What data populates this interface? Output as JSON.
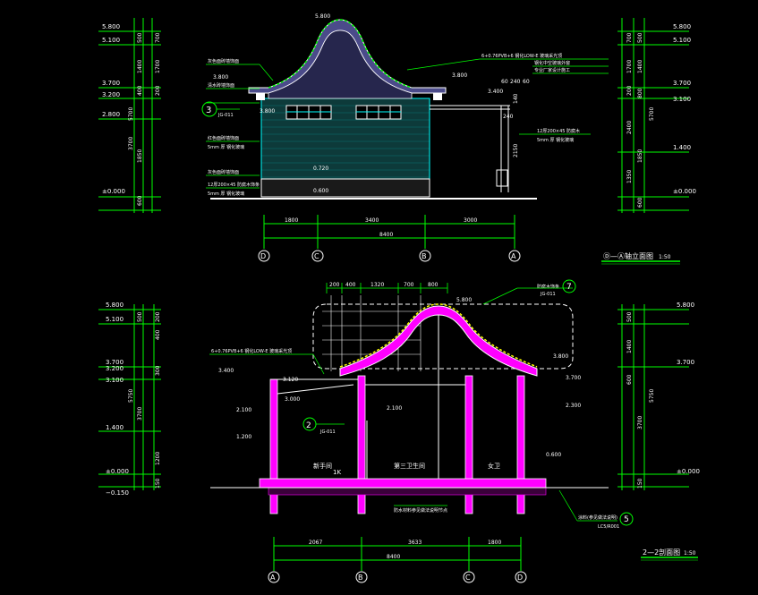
{
  "colors": {
    "background": "#000000",
    "white": "#ffffff",
    "dim_green": "#00ff00",
    "wall_cyan": "#00ffff",
    "magenta": "#ff00ff",
    "roof_tile": "#4b4b8a"
  },
  "elevation": {
    "title": "Ⓓ—Ⓐ轴立面图",
    "scale": "1:50",
    "left_levels": [
      "5.800",
      "5.100",
      "3.700",
      "3.200",
      "2.800",
      "±0.000"
    ],
    "right_levels": [
      "5.800",
      "5.100",
      "3.700",
      "3.100",
      "1.400",
      "±0.000"
    ],
    "left_dims_inner": [
      "500",
      "1400",
      "400",
      "3700",
      "1850",
      "600"
    ],
    "left_dims_outer": [
      "700",
      "1700",
      "200",
      "5700"
    ],
    "right_dims_inner": [
      "700",
      "1700",
      "200",
      "2400",
      "1350",
      "5700"
    ],
    "right_dims_outer": [
      "500",
      "1400",
      "600",
      "800",
      "1850"
    ],
    "bottom_dims": [
      "1800",
      "3400",
      "3000"
    ],
    "bottom_total": "8400",
    "axes": [
      "D",
      "C",
      "B",
      "A"
    ],
    "roof_annotation": "6+0.76PVB+6 钢化LOW-E 玻璃采光顶",
    "note_lines": [
      "钢化中空玻璃外窗",
      "专业厂家设计施工"
    ],
    "detail_ref": {
      "num": "3",
      "code": "JG-011"
    },
    "labels": [
      "灰色面砖墙饰面",
      "清水砖墙饰面",
      "红色面砖墙饰面",
      "5mm 厚 钢化玻璃",
      "12厚200×45 防腐木饰条"
    ],
    "local_levels": [
      "5.800",
      "3.800",
      "3.400",
      "3.800",
      "0.720",
      "0.600"
    ],
    "side_dims": [
      "60",
      "240",
      "60",
      "140",
      "240",
      "2150"
    ],
    "glass_note": [
      "12厚200×45 防腐木",
      "5mm 厚 钢化玻璃"
    ]
  },
  "section": {
    "title": "2—2剖面图",
    "scale": "1:50",
    "left_levels": [
      "5.800",
      "5.100",
      "3.700",
      "3.200",
      "3.100",
      "1.400",
      "±0.000",
      "−0.150"
    ],
    "right_levels": [
      "5.800",
      "3.700",
      "±0.000"
    ],
    "left_dims": [
      "500",
      "200",
      "400",
      "300",
      "3700",
      "5750",
      "1200",
      "150"
    ],
    "right_dims": [
      "500",
      "1400",
      "600",
      "5750",
      "3700",
      "150"
    ],
    "top_dims": [
      "200",
      "400",
      "1320",
      "700",
      "800"
    ],
    "bottom_dims": [
      "2067",
      "3633",
      "1800"
    ],
    "bottom_total": "8400",
    "axes": [
      "A",
      "B",
      "C",
      "D"
    ],
    "roof_annotation": "6+0.76PVB+6 钢化LOW-E 玻璃采光顶",
    "detail_ref_top": {
      "num": "7",
      "code": "JG-011"
    },
    "detail_ref_mid": {
      "num": "2",
      "code": "JG-011"
    },
    "detail_ref_bottom": {
      "num": "5",
      "code": "LC5/R001"
    },
    "rooms": [
      "新手间",
      "1K",
      "第三卫生间",
      "女卫"
    ],
    "local_levels": [
      "5.800",
      "3.800",
      "3.400",
      "3.120",
      "3.000",
      "2.100",
      "1.200",
      "3.700",
      "2.300",
      "0.600",
      "2.100"
    ],
    "notes": [
      "防腐木饰条",
      "涂料(参见做法说明)",
      "防水材料参见做法说明节点"
    ]
  }
}
